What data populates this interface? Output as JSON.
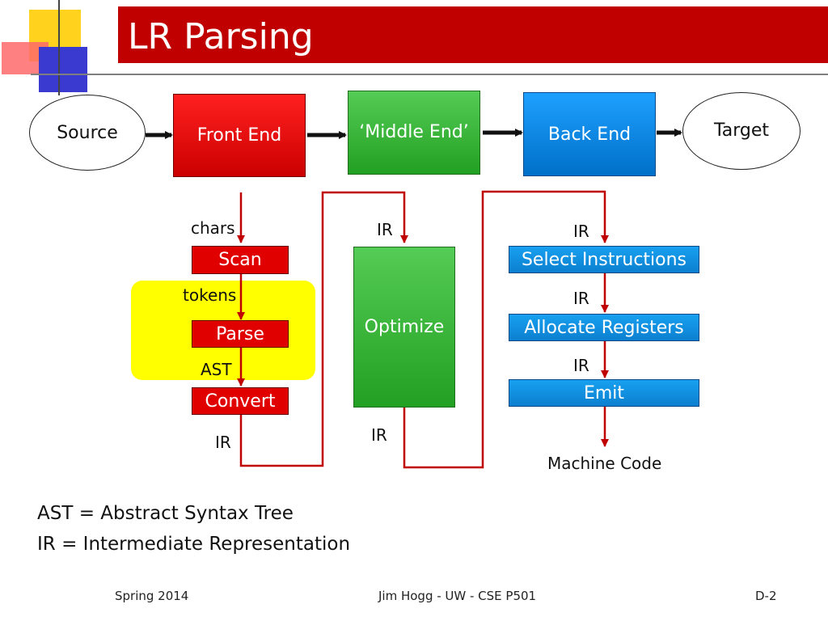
{
  "slide": {
    "title": "LR Parsing"
  },
  "pipeline": {
    "source": "Source",
    "front_end": "Front End",
    "middle_end": "‘Middle End’",
    "back_end": "Back End",
    "target": "Target"
  },
  "front": {
    "chars": "chars",
    "scan": "Scan",
    "tokens": "tokens",
    "parse": "Parse",
    "ast": "AST",
    "convert": "Convert",
    "ir_out": "IR"
  },
  "middle": {
    "ir_in": "IR",
    "optimize": "Optimize",
    "ir_out": "IR"
  },
  "back": {
    "ir_in": "IR",
    "select": "Select Instructions",
    "ir_1": "IR",
    "allocate": "Allocate Registers",
    "ir_2": "IR",
    "emit": "Emit",
    "machine_code": "Machine Code"
  },
  "notes": {
    "ast_def": "AST = Abstract Syntax Tree",
    "ir_def": "IR = Intermediate Representation"
  },
  "footer": {
    "left": "Spring 2014",
    "center": "Jim Hogg - UW - CSE P501",
    "right": "D-2"
  },
  "colors": {
    "title_bar": "#c00000",
    "red": "#e00000",
    "green": "#33aa33",
    "blue": "#0c7fd0",
    "highlight": "#ffff00",
    "flow_line": "#c00000"
  }
}
